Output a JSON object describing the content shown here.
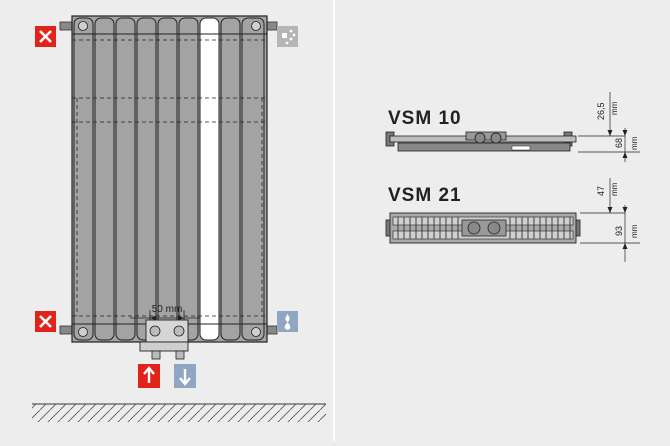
{
  "front_view": {
    "spacing_label": "50 mm",
    "icons": {
      "top_left": "vent-closed-icon",
      "top_right": "bleed-valve-icon",
      "bottom_left": "drain-closed-icon",
      "bottom_right": "water-drop-icon",
      "supply": "arrow-up-icon",
      "return": "arrow-down-icon"
    }
  },
  "sections": [
    {
      "model": "VSM 10",
      "dim_top": "26,5",
      "dim_top_unit": "mm",
      "dim_depth": "68",
      "dim_depth_unit": "mm"
    },
    {
      "model": "VSM 21",
      "dim_top": "47",
      "dim_top_unit": "mm",
      "dim_depth": "93",
      "dim_depth_unit": "mm"
    }
  ],
  "colors": {
    "background": "#ededed",
    "radiator": "#a3a3a3",
    "red": "#e2231a",
    "blue": "#8fa7c2",
    "line": "#222222"
  }
}
